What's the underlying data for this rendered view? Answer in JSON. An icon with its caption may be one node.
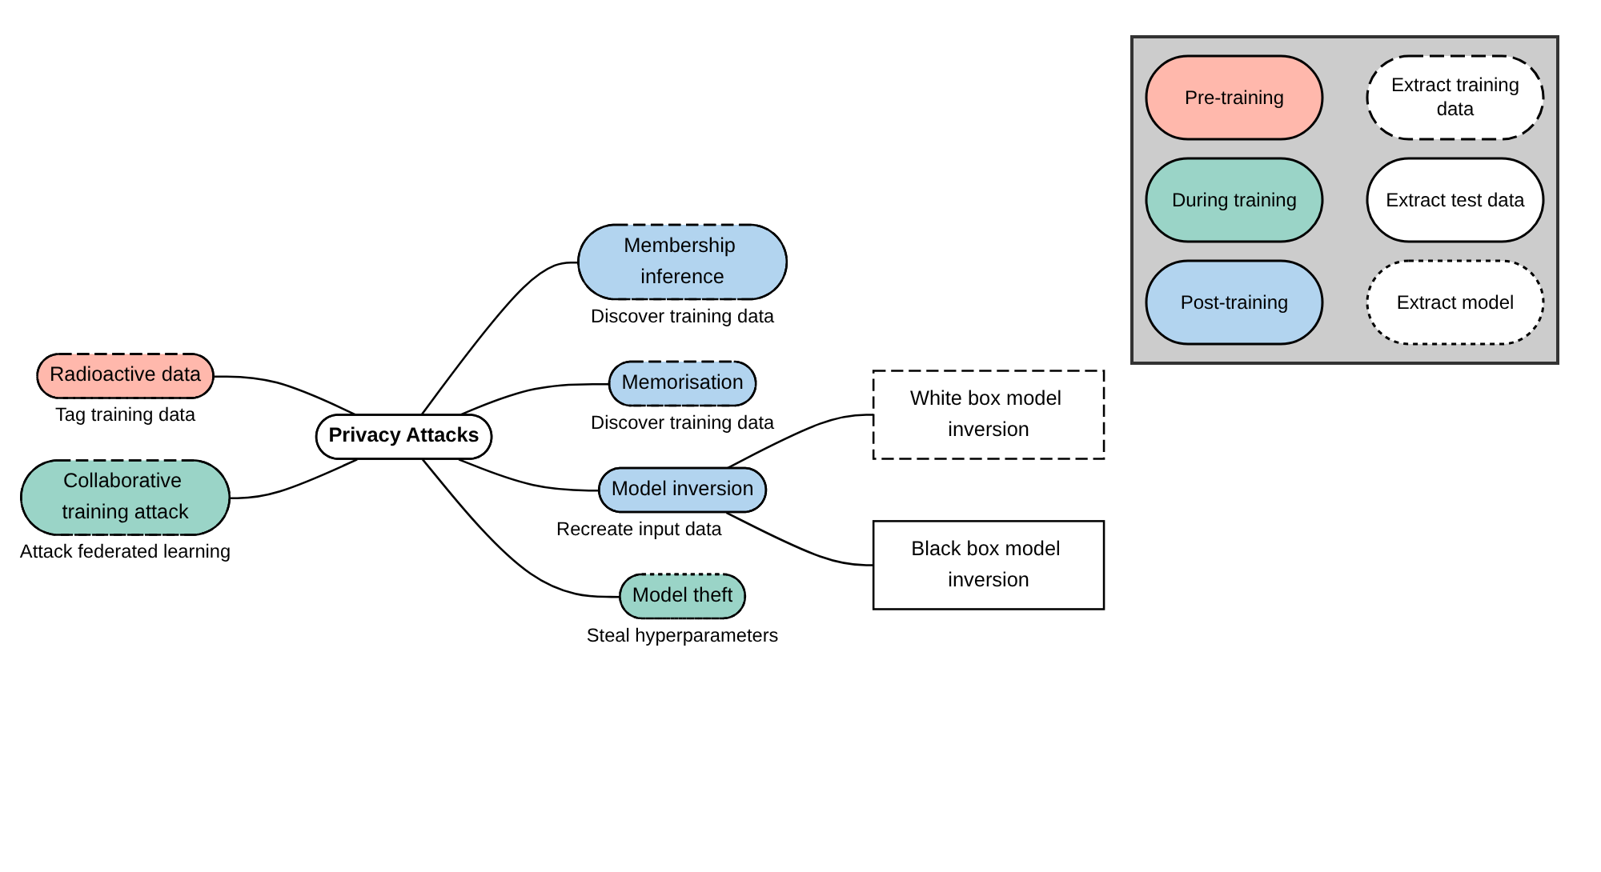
{
  "diagram": {
    "nodes": [
      {
        "text": [
          "Privacy Attacks"
        ]
      },
      {
        "text": [
          "Membership inference"
        ],
        "beside": [
          "Discover training data"
        ]
      },
      {
        "text": [
          "Memorisation"
        ],
        "beside": [
          "Discover training data"
        ]
      },
      {
        "text": [
          "White box model inversion"
        ]
      },
      {
        "text": [
          "Radioactive data"
        ],
        "beside": [
          "Tag training data"
        ]
      },
      {
        "text": [
          "Model inversion"
        ],
        "beside": [
          "Recreate input data"
        ]
      },
      {
        "text": [
          "Black box model inversion"
        ]
      },
      {
        "text": [
          "Collaborative training attack"
        ],
        "beside": [
          "Attack federated learning"
        ]
      },
      {
        "text": [
          "Model theft"
        ],
        "beside": [
          "Steal hyperparameters"
        ]
      }
    ],
    "edges": [
      {
        "from": 4,
        "to": 0,
        "arrow": "none"
      },
      {
        "from": 7,
        "to": 0,
        "arrow": "none"
      },
      {
        "from": 0,
        "to": 1,
        "arrow": "none"
      },
      {
        "from": 0,
        "to": 2,
        "arrow": "none"
      },
      {
        "from": 0,
        "to": 5,
        "arrow": "none"
      },
      {
        "from": 0,
        "to": 8,
        "arrow": "none"
      },
      {
        "from": 5,
        "to": 3,
        "arrow": "none"
      },
      {
        "from": 5,
        "to": 6,
        "arrow": "none"
      }
    ],
    "legend": [
      {
        "text": "Pre-training",
        "color": "#ffb8ac"
      },
      {
        "text": "During training",
        "color": "#9ad4c7"
      },
      {
        "text": "Post-training",
        "color": "#b2d4ef"
      },
      {
        "text": "Extract training data"
      },
      {
        "text": "Extract test data"
      },
      {
        "text": "Extract model"
      }
    ]
  }
}
